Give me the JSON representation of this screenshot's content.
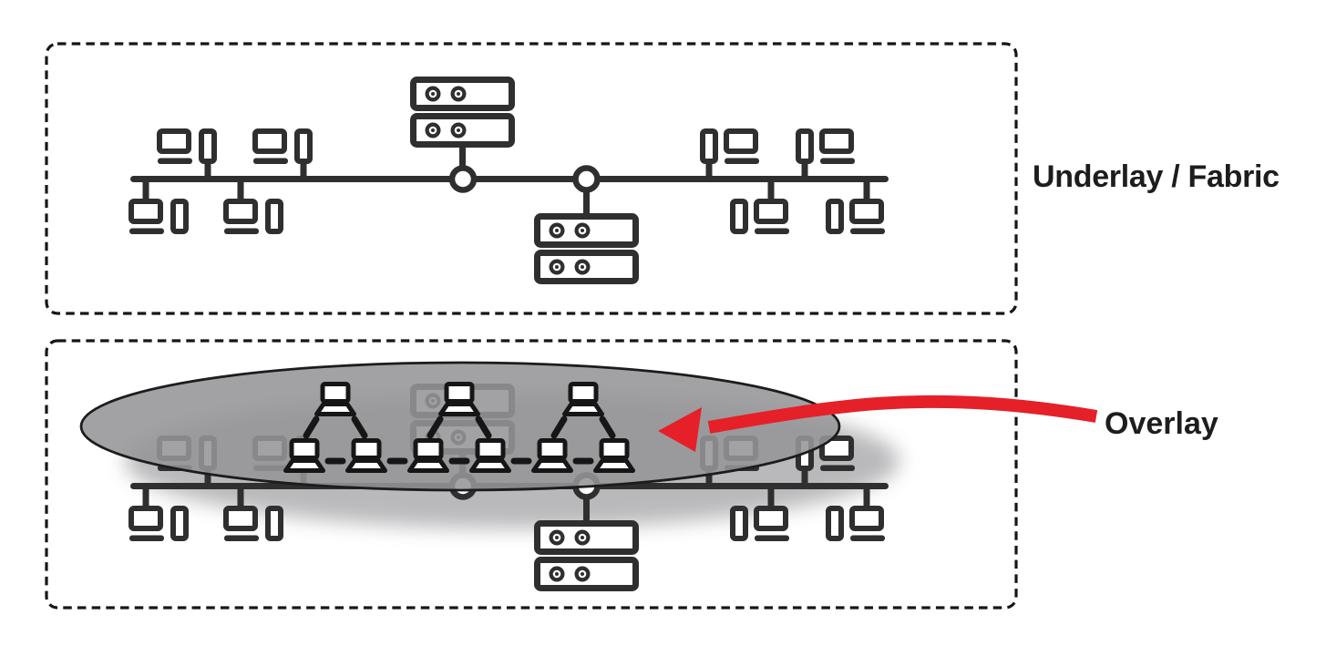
{
  "labels": {
    "underlay": "Underlay / Fabric",
    "overlay": "Overlay"
  },
  "colors": {
    "icon_dark": "#2f2f2f",
    "laptop_dark": "#161616",
    "arrow_red": "#e52028",
    "ellipse_gray": "#959598",
    "border_dark": "#161616",
    "background": "#ffffff"
  },
  "diagram": {
    "type": "network-overlay-underlay",
    "underlay_network": {
      "desktop_computers": 8,
      "servers": 2,
      "bus_connector_nodes": 2,
      "topology": "shared bus line with desktops above and below, two servers attached via circular connector nodes"
    },
    "overlay_network": {
      "laptop_clusters": 3,
      "laptops_per_cluster": 3,
      "total_laptops": 9,
      "topology": "three triangular laptop clusters chained with dashed links inside a gray ellipse drawn over a ghosted copy of the underlay"
    },
    "icons": [
      "desktop-computer-icon",
      "server-icon",
      "laptop-icon",
      "connector-node-icon",
      "red-arrow",
      "overlay-ellipse"
    ]
  }
}
